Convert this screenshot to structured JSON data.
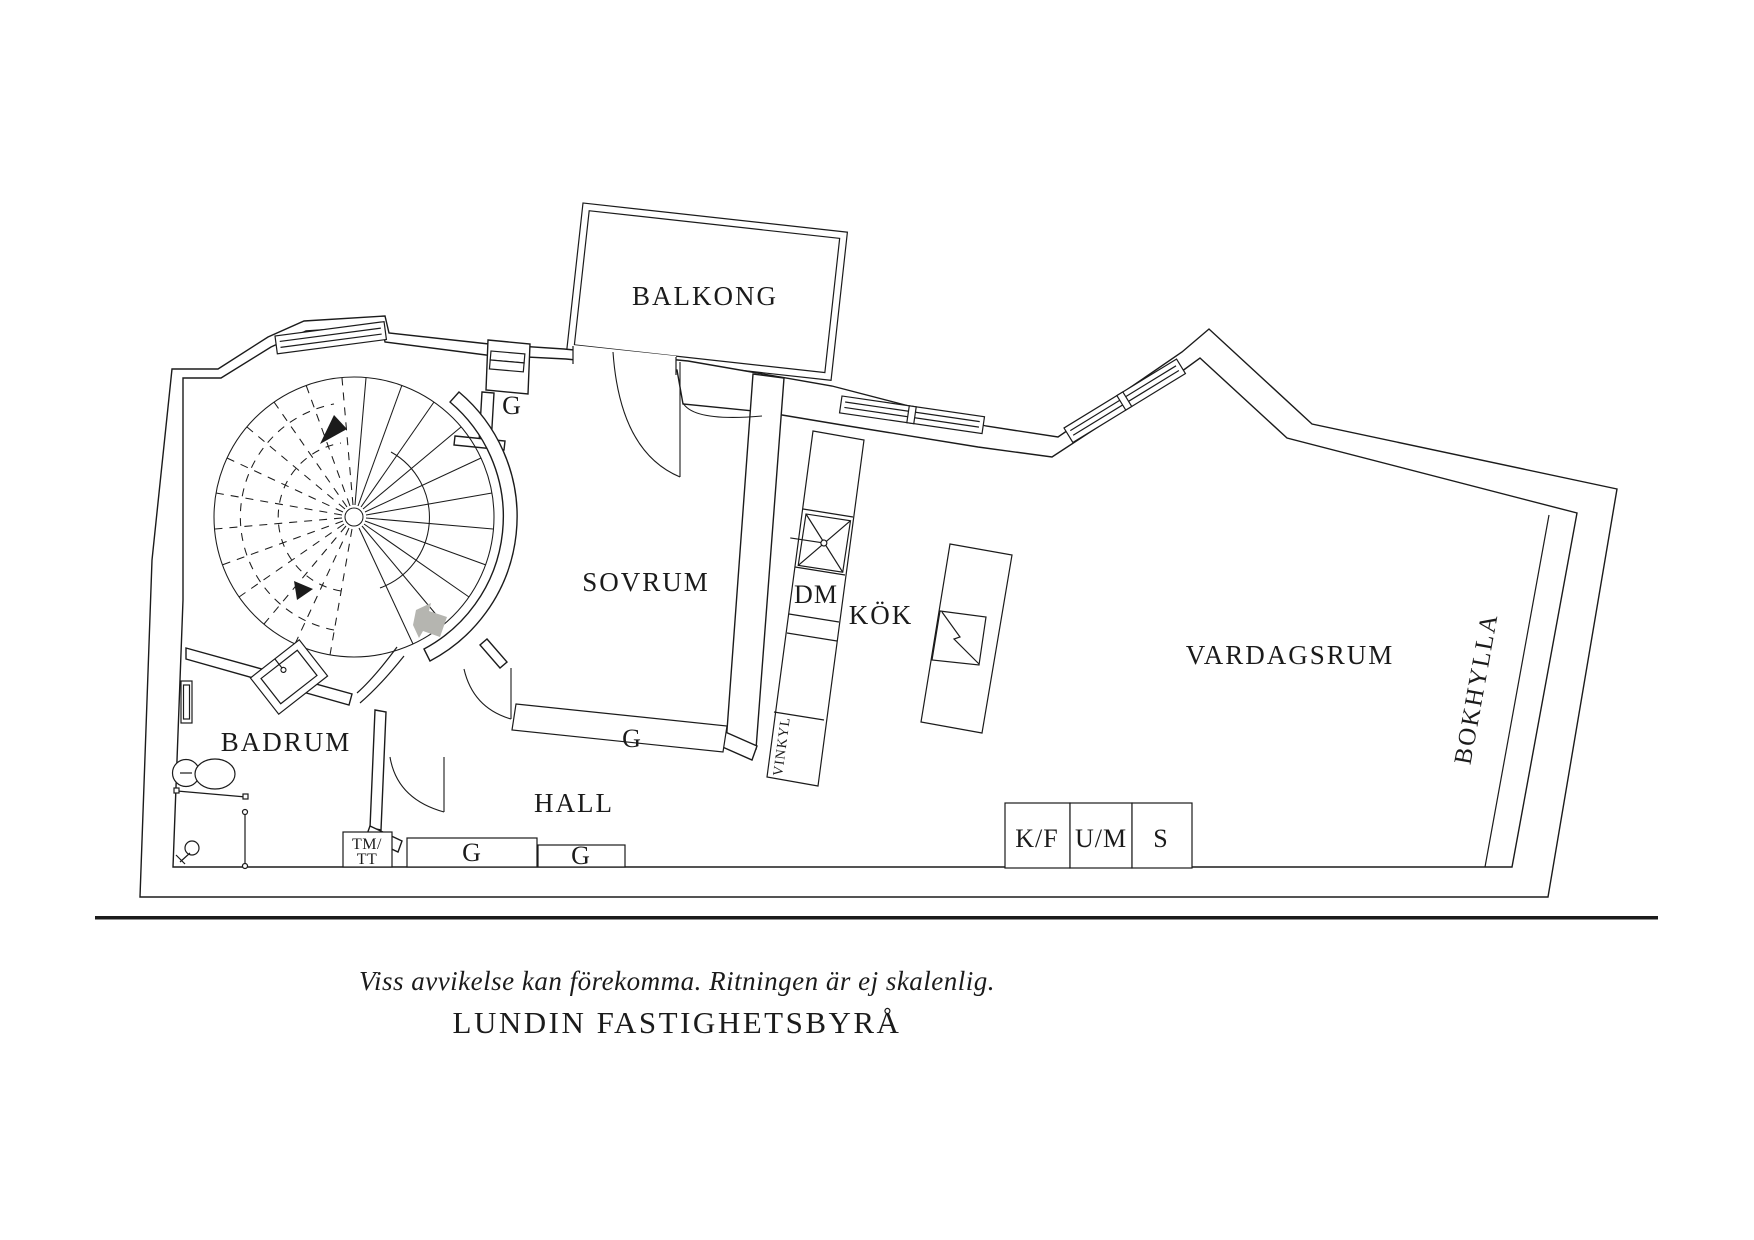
{
  "colors": {
    "line": "#1b1b1b",
    "arrow_gray": "#b5b5b0",
    "background": "#ffffff"
  },
  "plan": {
    "rooms": [
      {
        "id": "balkong",
        "label": "BALKONG"
      },
      {
        "id": "sovrum",
        "label": "SOVRUM"
      },
      {
        "id": "kok",
        "label": "KÖK"
      },
      {
        "id": "vardagsrum",
        "label": "VARDAGSRUM"
      },
      {
        "id": "badrum",
        "label": "BADRUM"
      },
      {
        "id": "hall",
        "label": "HALL"
      }
    ],
    "fixtures": {
      "wardrobe_top": "G",
      "wardrobe_sovrum": "G",
      "wardrobe_hall_1": "G",
      "wardrobe_hall_2": "G",
      "dishwasher": "DM",
      "wine_fridge": "VINKYL",
      "washer_dryer_line1": "TM/",
      "washer_dryer_line2": "TT",
      "fridge_freezer": "K/F",
      "oven_microwave": "U/M",
      "cleaning_cabinet": "S",
      "bookshelf": "BOKHYLLA"
    }
  },
  "footer": {
    "disclaimer": "Viss avvikelse kan förekomma. Ritningen är ej skalenlig.",
    "brand": "LUNDIN FASTIGHETSBYRÅ"
  }
}
